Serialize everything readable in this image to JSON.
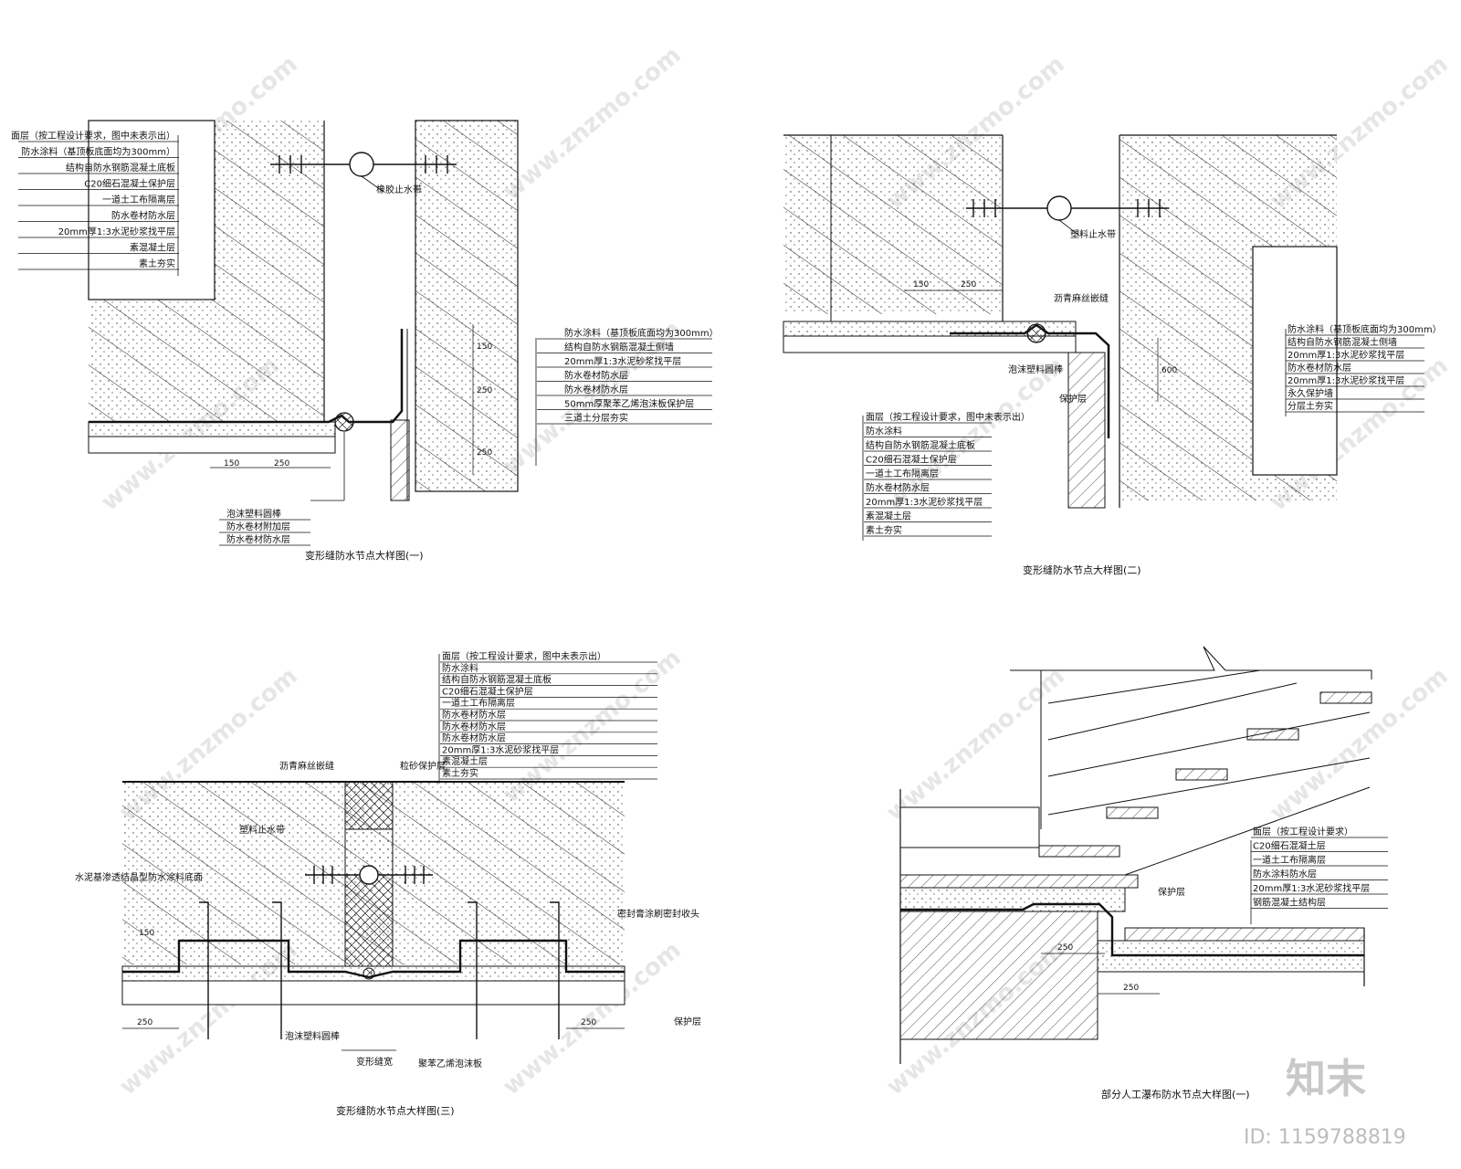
{
  "watermark": {
    "text": "www.znzmo.com",
    "brand": "知末",
    "id_label": "ID: 1159788819"
  },
  "panel1": {
    "caption": "变形缝防水节点大样图(一)",
    "stop_label": "橡胶止水带",
    "left_layers": [
      "面层（按工程设计要求，图中未表示出）",
      "防水涂料（基顶板底面均为300mm）",
      "结构自防水钢筋混凝土底板",
      "C20细石混凝土保护层",
      "一道土工布隔离层",
      "防水卷材防水层",
      "20mm厚1:3水泥砂浆找平层",
      "素混凝土层",
      "素土夯实"
    ],
    "right_layers": [
      "防水涂料（基顶板底面均为300mm）",
      "结构自防水钢筋混凝土侧墙",
      "20mm厚1:3水泥砂浆找平层",
      "防水卷材防水层",
      "防水卷材防水层",
      "50mm厚聚苯乙烯泡沫板保护层",
      "三道土分层夯实"
    ],
    "bottom_labels": [
      "泡沫塑料圆棒",
      "防水卷材附加层",
      "防水卷材防水层"
    ],
    "dims": [
      "150",
      "250",
      "150",
      "250",
      "250"
    ]
  },
  "panel2": {
    "caption": "变形缝防水节点大样图(二)",
    "stop_label": "塑料止水带",
    "seal_label": "沥青麻丝嵌缝",
    "rod_label": "泡沫塑料圆棒",
    "protect_label": "保护层",
    "bottom_layers": [
      "面层（按工程设计要求，图中未表示出）",
      "防水涂料",
      "结构自防水钢筋混凝土底板",
      "C20细石混凝土保护层",
      "一道土工布隔离层",
      "防水卷材防水层",
      "20mm厚1:3水泥砂浆找平层",
      "素混凝土层",
      "素土夯实"
    ],
    "right_layers": [
      "防水涂料（基顶板底面均为300mm）",
      "结构自防水钢筋混凝土侧墙",
      "20mm厚1:3水泥砂浆找平层",
      "防水卷材防水层",
      "20mm厚1:3水泥砂浆找平层",
      "永久保护墙",
      "分层土夯实"
    ],
    "dims": [
      "150",
      "250",
      "600"
    ]
  },
  "panel3": {
    "caption": "变形缝防水节点大样图(三)",
    "top_layers": [
      "面层（按工程设计要求，图中未表示出）",
      "防水涂料",
      "结构自防水钢筋混凝土底板",
      "C20细石混凝土保护层",
      "一道土工布隔离层",
      "防水卷材防水层",
      "防水卷材防水层",
      "防水卷材防水层",
      "20mm厚1:3水泥砂浆找平层",
      "素混凝土层",
      "素土夯实"
    ],
    "seal_label": "沥青麻丝嵌缝",
    "sand_label": "粒砂保护层",
    "stop_label": "塑料止水带",
    "left_label": "水泥基渗透结晶型防水涂料底面",
    "right_label": "密封膏涂刷密封收头",
    "protect_label": "保护层",
    "rod_label": "泡沫塑料圆棒",
    "board_label": "聚苯乙烯泡沫板",
    "gap_label": "变形缝宽",
    "dims": [
      "250",
      "250",
      "150"
    ]
  },
  "panel4": {
    "caption": "部分人工瀑布防水节点大样图(一)",
    "layers": [
      "面层（按工程设计要求）",
      "C20细石混凝土层",
      "一道土工布隔离层",
      "防水涂料防水层",
      "20mm厚1:3水泥砂浆找平层",
      "钢筋混凝土结构层"
    ],
    "protect_label": "保护层",
    "dims": [
      "250",
      "250"
    ]
  }
}
